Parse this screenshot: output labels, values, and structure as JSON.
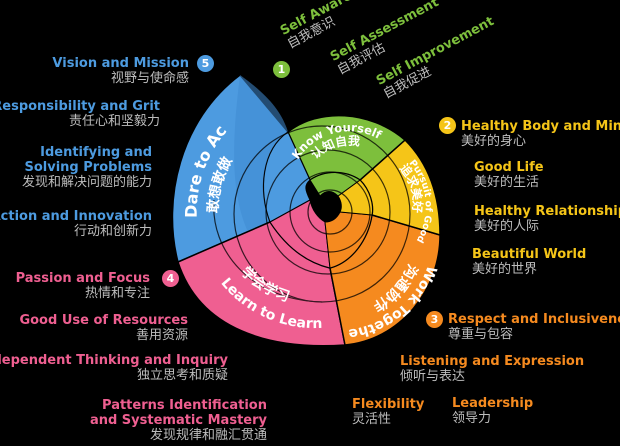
{
  "colors": {
    "green": "#7dbf3c",
    "yellow": "#f5c518",
    "orange": "#f58a1f",
    "pink": "#ef5f91",
    "blue": "#4d9be0",
    "zh_gray": "#bdbdbd"
  },
  "domains": [
    {
      "number": "1",
      "en": "Know Yourself",
      "zh": "认知自我"
    },
    {
      "number": "2",
      "en": "Pursuit of Good",
      "zh": "追求美好"
    },
    {
      "number": "3",
      "en": "Work Together",
      "zh": "沟通协作"
    },
    {
      "number": "4",
      "en": "Learn to Learn",
      "zh": "学会学习"
    },
    {
      "number": "5",
      "en": "Dare to Act",
      "zh": "敢想敢做"
    }
  ],
  "skills": {
    "know_yourself": [
      {
        "en": "Self Awareness",
        "zh": "自我意识"
      },
      {
        "en": "Self Assessment",
        "zh": "自我评估"
      },
      {
        "en": "Self Improvement",
        "zh": "自我促进"
      }
    ],
    "pursuit_of_good": [
      {
        "en": "Healthy Body and Mind",
        "zh": "美好的身心"
      },
      {
        "en": "Good Life",
        "zh": "美好的生活"
      },
      {
        "en": "Healthy Relationships",
        "zh": "美好的人际"
      },
      {
        "en": "Beautiful World",
        "zh": "美好的世界"
      }
    ],
    "work_together": [
      {
        "en": "Respect and Inclusiveness",
        "zh": "尊重与包容"
      },
      {
        "en": "Listening and Expression",
        "zh": "倾听与表达"
      },
      {
        "en": "Leadership",
        "zh": "领导力"
      },
      {
        "en": "Flexibility",
        "zh": "灵活性"
      }
    ],
    "learn_to_learn": [
      {
        "en": "Passion and Focus",
        "zh": "热情和专注"
      },
      {
        "en": "Good Use of Resources",
        "zh": "善用资源"
      },
      {
        "en": "Independent Thinking and Inquiry",
        "zh": "独立思考和质疑"
      },
      {
        "en": "Patterns Identification and Systematic Mastery",
        "zh": "发现规律和融汇贯通"
      }
    ],
    "dare_to_act": [
      {
        "en": "Vision and Mission",
        "zh": "视野与使命感"
      },
      {
        "en": "Responsibility and Grit",
        "zh": "责任心和坚毅力"
      },
      {
        "en": "Identifying and Solving Problems",
        "zh": "发现和解决问题的能力"
      },
      {
        "en": "Action and Innovation",
        "zh": "行动和创新力"
      }
    ]
  }
}
